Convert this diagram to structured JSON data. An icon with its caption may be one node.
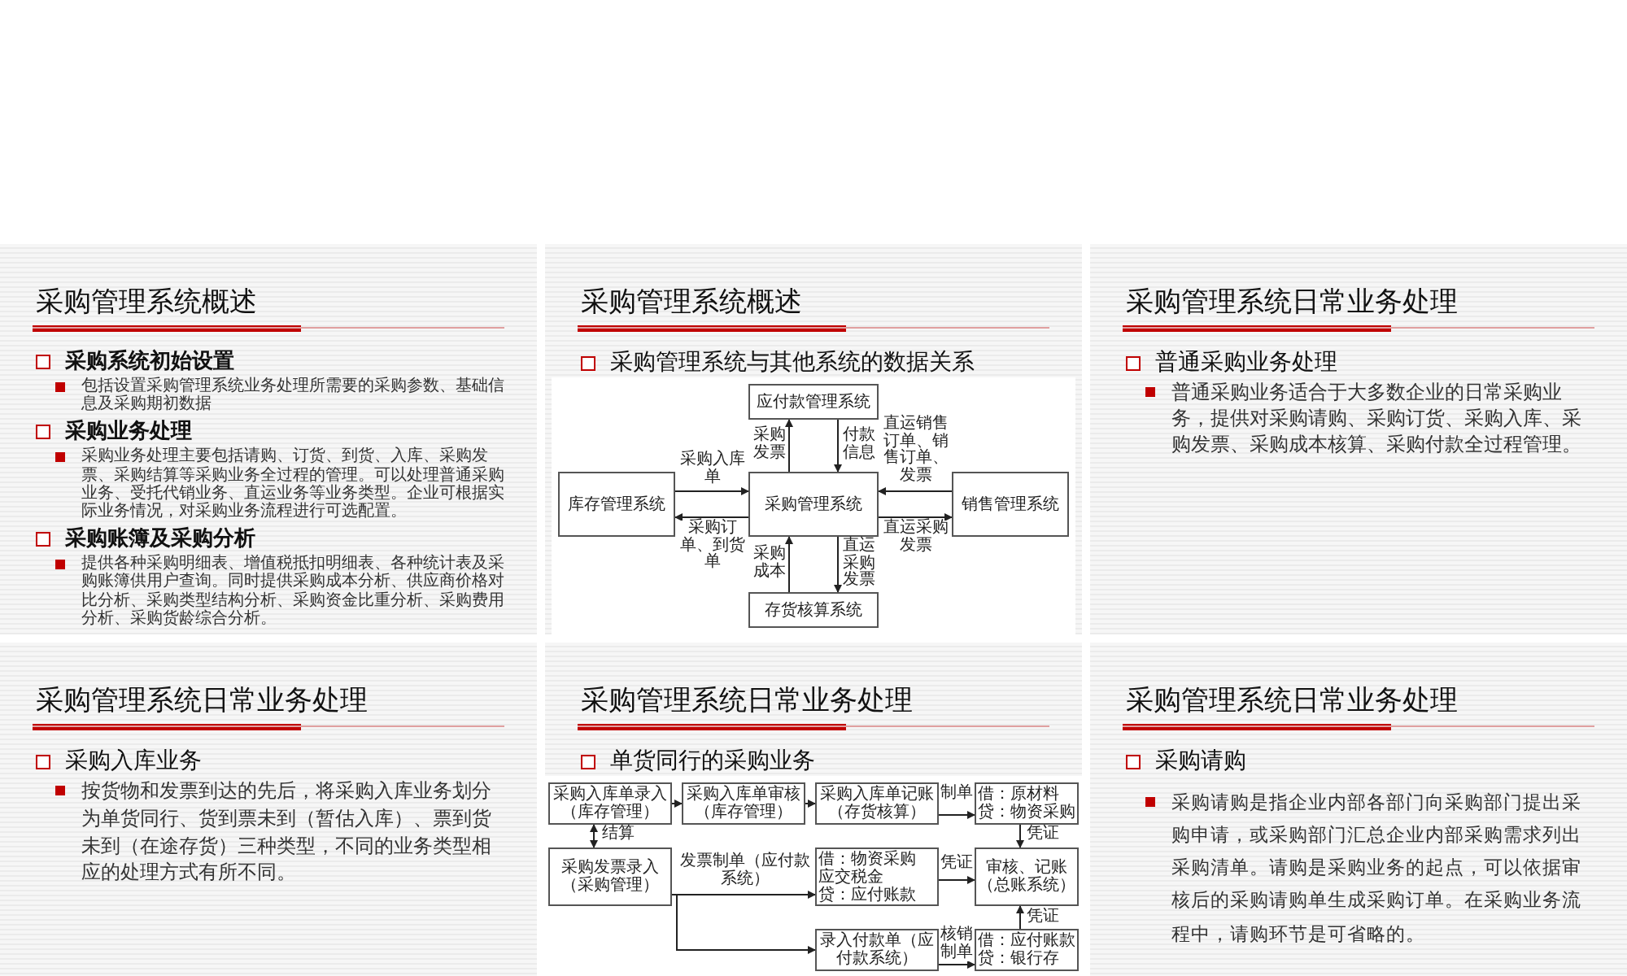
{
  "diagram": {
    "nodes": [
      {
        "text": [
          "采购管理系统概述",
          "采购系统初始设置",
          "包括设置采购管理系统业务处理所需要的采购参数、基础信息及采购期初数据",
          "采购业务处理",
          "采购业务处理主要包括请购、订货、到货、入库、采购发票、采购结算等采购业务全过程的管理。可以处理普通采购业务、受托代销业务、直运业务等业务类型。企业可根据实际业务情况，对采购业务流程进行可选配置。",
          "采购账簿及采购分析",
          "提供各种采购明细表、增值税抵扣明细表、各种统计表及采购账簿供用户查询。同时提供采购成本分析、供应商价格对比分析、采购类型结构分析、采购资金比重分析、采购费用分析、采购货龄综合分析。"
        ]
      },
      {
        "text": [
          "采购管理系统概述",
          "采购管理系统与其他系统的数据关系"
        ]
      },
      {
        "text": [
          "应付款管理系统"
        ],
        "in": 1
      },
      {
        "text": [
          "库存管理系统"
        ],
        "in": 1
      },
      {
        "text": [
          "采购管理系统"
        ],
        "in": 1
      },
      {
        "text": [
          "销售管理系统"
        ],
        "in": 1
      },
      {
        "text": [
          "存货核算系统"
        ],
        "in": 1
      },
      {
        "text": [
          "采购管理系统日常业务处理",
          "普通采购业务处理",
          "普通采购业务适合于大多数企业的日常采购业务，提供对采购请购、采购订货、采购入库、采购发票、采购成本核算、采购付款全过程管理。"
        ]
      },
      {
        "text": [
          "采购管理系统日常业务处理",
          "采购入库业务",
          "按货物和发票到达的先后，将采购入库业务划分为单货同行、货到票未到（暂估入库）、票到货未到（在途存货）三种类型，不同的业务类型相应的处理方式有所不同。"
        ]
      },
      {
        "text": [
          "采购管理系统日常业务处理",
          "单货同行的采购业务"
        ]
      },
      {
        "text": [
          "采购入库单录入（库存管理）"
        ],
        "in": 9
      },
      {
        "text": [
          "采购入库单审核（库存管理）"
        ],
        "in": 9
      },
      {
        "text": [
          "采购入库单记账（存货核算）"
        ],
        "in": 9
      },
      {
        "text": [
          "借：原材料",
          "贷：物资采购"
        ],
        "in": 9
      },
      {
        "text": [
          "采购发票录入（采购管理）"
        ],
        "in": 9
      },
      {
        "text": [
          "借：物资采购",
          "应交税金",
          "贷：应付账款"
        ],
        "in": 9
      },
      {
        "text": [
          "审核、记账（总账系统）"
        ],
        "in": 9
      },
      {
        "text": [
          "录入付款单（应付款系统）"
        ],
        "in": 9
      },
      {
        "text": [
          "借：应付账款",
          "贷：银行存"
        ],
        "in": 9
      },
      {
        "text": [
          "采购管理系统日常业务处理",
          "采购请购",
          "采购请购是指企业内部各部门向采购部门提出采购申请，或采购部门汇总企业内部采购需求列出采购清单。请购是采购业务的起点，可以依据审核后的采购请购单生成采购订单。在采购业务流程中，请购环节是可省略的。"
        ]
      }
    ],
    "edges": [
      {
        "from": 4,
        "to": 2,
        "arrow": "to",
        "label": "采购发票"
      },
      {
        "from": 2,
        "to": 4,
        "arrow": "to",
        "label": "付款信息"
      },
      {
        "from": 3,
        "to": 4,
        "arrow": "to",
        "label": "采购入库单"
      },
      {
        "from": 4,
        "to": 3,
        "arrow": "to",
        "label": "采购订单、到货单"
      },
      {
        "from": 5,
        "to": 4,
        "arrow": "to",
        "label": "直运销售订单、销售订单、发票"
      },
      {
        "from": 4,
        "to": 5,
        "arrow": "to",
        "label": "直运采购发票"
      },
      {
        "from": 6,
        "to": 4,
        "arrow": "to",
        "label": "采购成本"
      },
      {
        "from": 4,
        "to": 6,
        "arrow": "to",
        "label": "直运采购发票"
      },
      {
        "from": 10,
        "to": 11,
        "arrow": "to"
      },
      {
        "from": 10,
        "to": 14,
        "arrow": "both",
        "label": "结算"
      },
      {
        "from": 11,
        "to": 12,
        "arrow": "to"
      },
      {
        "from": 12,
        "to": 13,
        "arrow": "to",
        "label": "制单"
      },
      {
        "from": 14,
        "to": 15,
        "arrow": "to",
        "label": "发票制单（应付款系统）"
      },
      {
        "from": 14,
        "to": 17,
        "arrow": "to"
      },
      {
        "from": 15,
        "to": 16,
        "arrow": "to",
        "label": "凭证"
      },
      {
        "from": 13,
        "to": 16,
        "arrow": "to",
        "label": "凭证"
      },
      {
        "from": 18,
        "to": 16,
        "arrow": "to",
        "label": "凭证"
      },
      {
        "from": 17,
        "to": 18,
        "arrow": "to",
        "label": "核销制单"
      }
    ]
  }
}
